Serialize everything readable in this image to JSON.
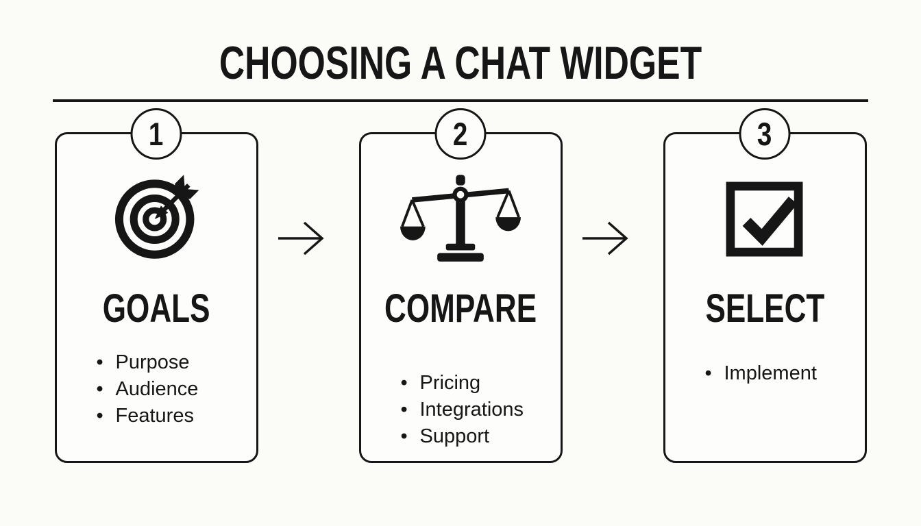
{
  "title": "CHOOSING A CHAT WIDGET",
  "colors": {
    "ink": "#161616",
    "background": "#fbfbf8",
    "card_background": "#fdfdfc"
  },
  "steps": [
    {
      "number": "1",
      "heading": "GOALS",
      "icon": "target-icon",
      "bullets": [
        "Purpose",
        "Audience",
        "Features"
      ]
    },
    {
      "number": "2",
      "heading": "COMPARE",
      "icon": "scales-icon",
      "bullets": [
        "Pricing",
        "Integrations",
        "Support"
      ]
    },
    {
      "number": "3",
      "heading": "SELECT",
      "icon": "checkbox-icon",
      "bullets": [
        "Implement"
      ]
    }
  ]
}
